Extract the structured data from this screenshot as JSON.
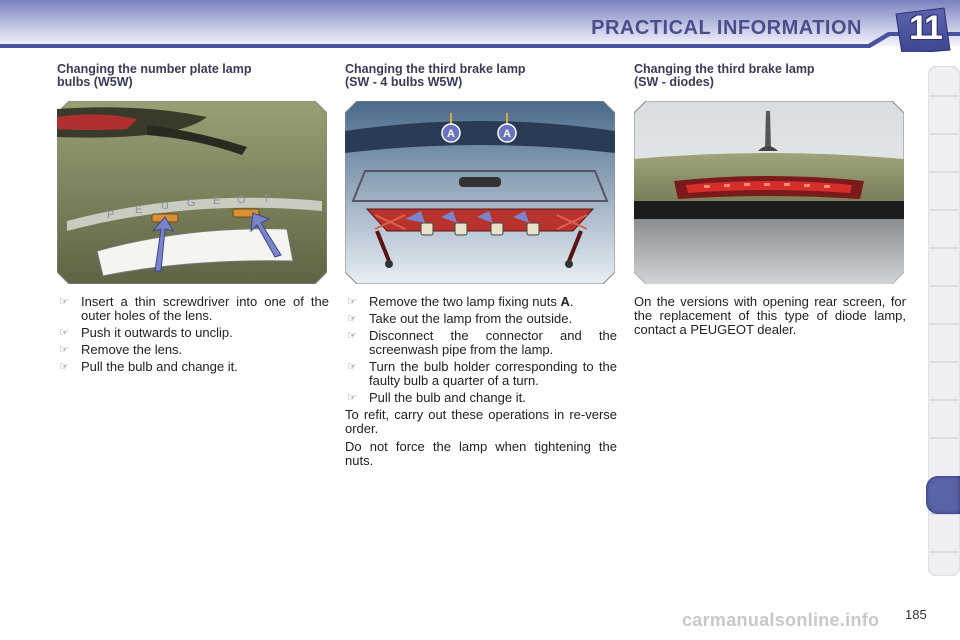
{
  "header": {
    "title": "PRACTICAL INFORMATION",
    "chapter": "11"
  },
  "sections": [
    {
      "title_line1": "Changing the number plate lamp",
      "title_line2": "bulbs (W5W)",
      "figure_icon": "number-plate-lamp-illustration",
      "steps": [
        "Insert a thin screwdriver into one of the outer holes of the lens.",
        "Push it outwards to unclip.",
        "Remove the lens.",
        "Pull the bulb and change it."
      ]
    },
    {
      "title_line1": "Changing the third brake lamp",
      "title_line2": "(SW - 4 bulbs W5W)",
      "figure_icon": "third-brake-lamp-bulbs-illustration",
      "figure_marker": "A",
      "steps": [
        "Remove the two lamp fixing nuts",
        "Take out the lamp from the outside.",
        "Disconnect the connector and the screenwash pipe from the lamp.",
        "Turn the bulb holder corresponding to the faulty bulb a quarter of a turn.",
        "Pull the bulb and change it."
      ],
      "step1_marker": "A",
      "step1_suffix": ".",
      "paragraphs": [
        "To refit, carry out these operations in re-verse order.",
        "Do not force the lamp when tightening the nuts."
      ]
    },
    {
      "title_line1": "Changing the third brake lamp",
      "title_line2": "(SW - diodes)",
      "figure_icon": "third-brake-lamp-diodes-illustration",
      "text": "On the versions with opening rear screen, for the replacement of this type of diode lamp, contact a PEUGEOT dealer."
    }
  ],
  "step_icon": "pointing-hand-icon",
  "page_number": "185",
  "watermark": "carmanualsonline.info",
  "colors": {
    "header_band": "#5b63a8",
    "title_text": "#4a4f8c",
    "active_tab": "#5b63a8"
  }
}
